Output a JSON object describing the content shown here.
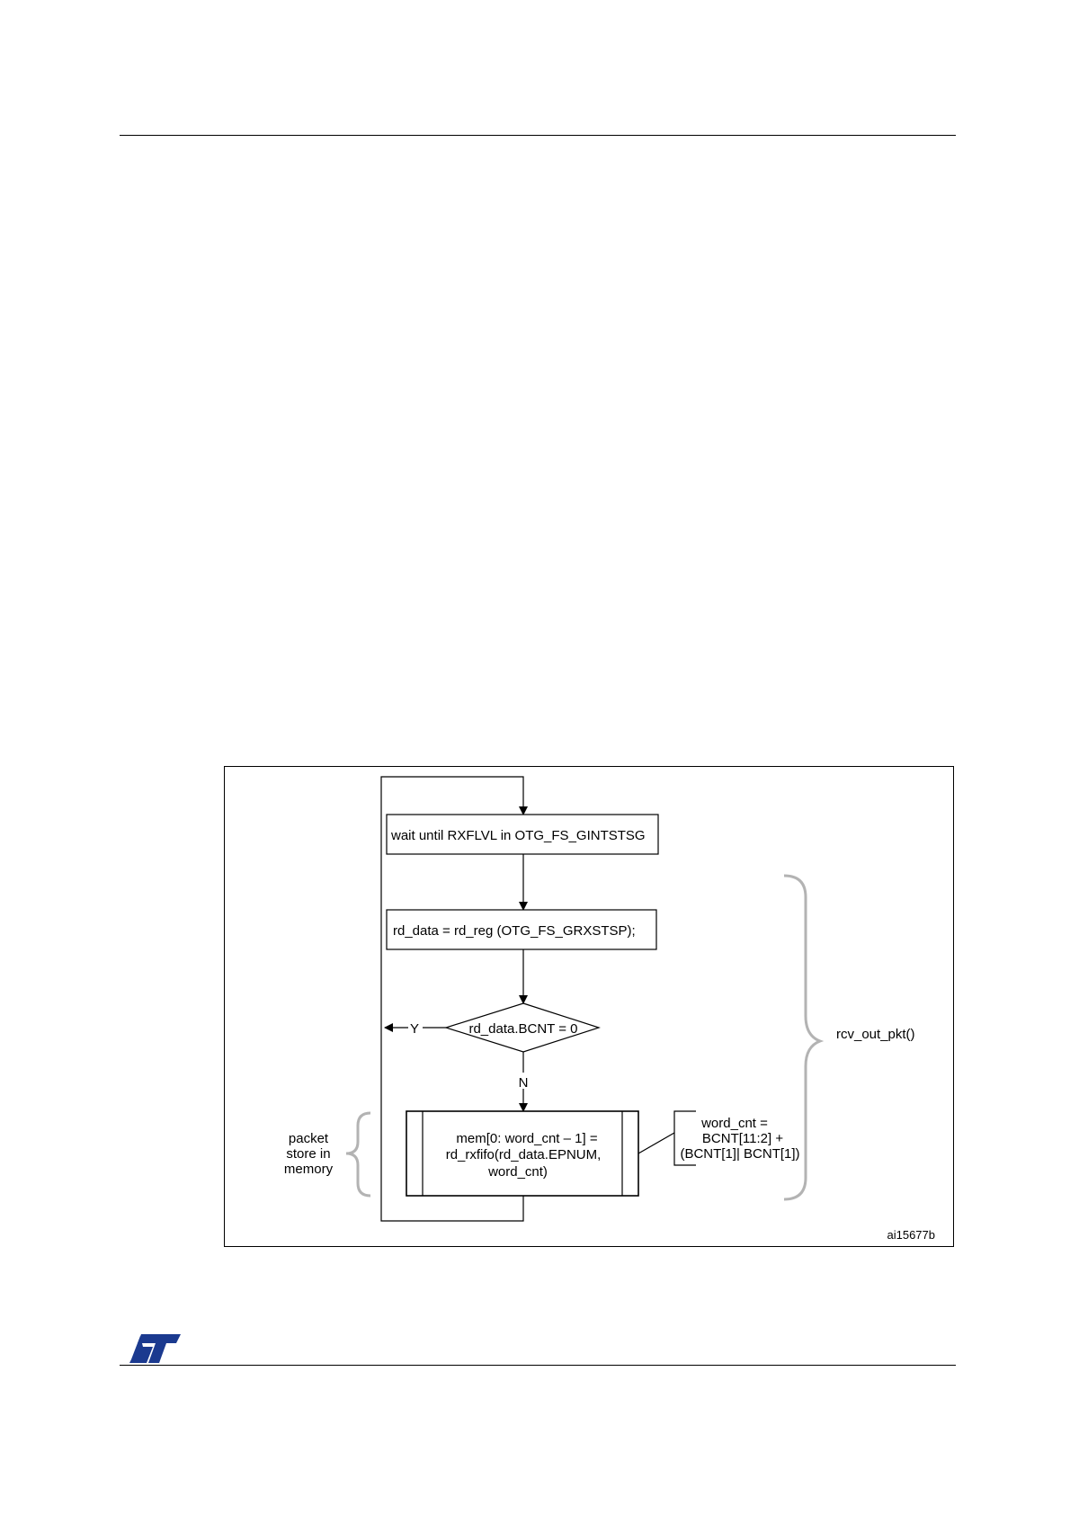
{
  "diagram": {
    "steps": {
      "wait": "wait until RXFLVL in OTG_FS_GINTSTSG",
      "read": "rd_data = rd_reg (OTG_FS_GRXSTSP);",
      "decision": "rd_data.BCNT = 0",
      "store_line1": "mem[0: word_cnt – 1] =",
      "store_line2": "rd_rxfifo(rd_data.EPNUM,",
      "store_line3": "word_cnt)"
    },
    "branches": {
      "yes": "Y",
      "no": "N"
    },
    "annotations": {
      "word_cnt_line1": "word_cnt =",
      "word_cnt_line2": "BCNT[11:2] +",
      "word_cnt_line3": "(BCNT[1]| BCNT[1])",
      "packet_line1": "packet",
      "packet_line2": "store in",
      "packet_line3": "memory",
      "function": "rcv_out_pkt()"
    },
    "figure_id": "ai15677b"
  },
  "colors": {
    "line": "#000000",
    "brace": "#b3b3b3",
    "logo": "#1b3a8f"
  }
}
